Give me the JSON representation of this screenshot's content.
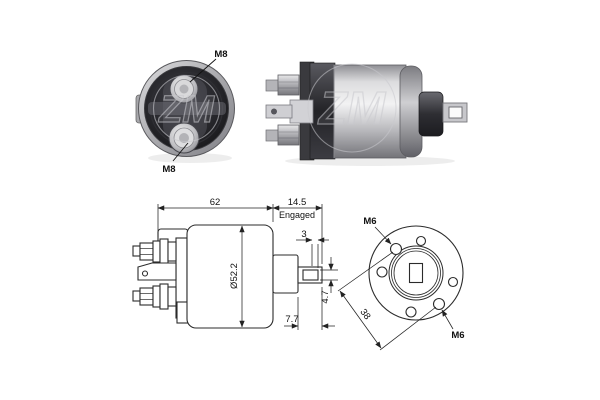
{
  "brand_watermark": "ZM",
  "front_photo": {
    "terminal_label_top": "M8",
    "terminal_label_bottom": "M8"
  },
  "side_photo": {},
  "side_drawing": {
    "body_length": "62",
    "plunger_extension": "14.5",
    "plunger_state": "Engaged",
    "tip_offset": "3",
    "body_diameter": "Ø52.2",
    "slot_height": "4.7",
    "rod_length": "7.7"
  },
  "front_drawing": {
    "hole_label_top": "M6",
    "hole_label_bottom": "M6",
    "bolt_circle_diameter": "38"
  },
  "colors": {
    "background": "#ffffff",
    "drawing_line": "#222222",
    "photo_face_dark": "#1a1a1e",
    "metal_light": "#e6e6e8",
    "metal_dark": "#55555b"
  }
}
